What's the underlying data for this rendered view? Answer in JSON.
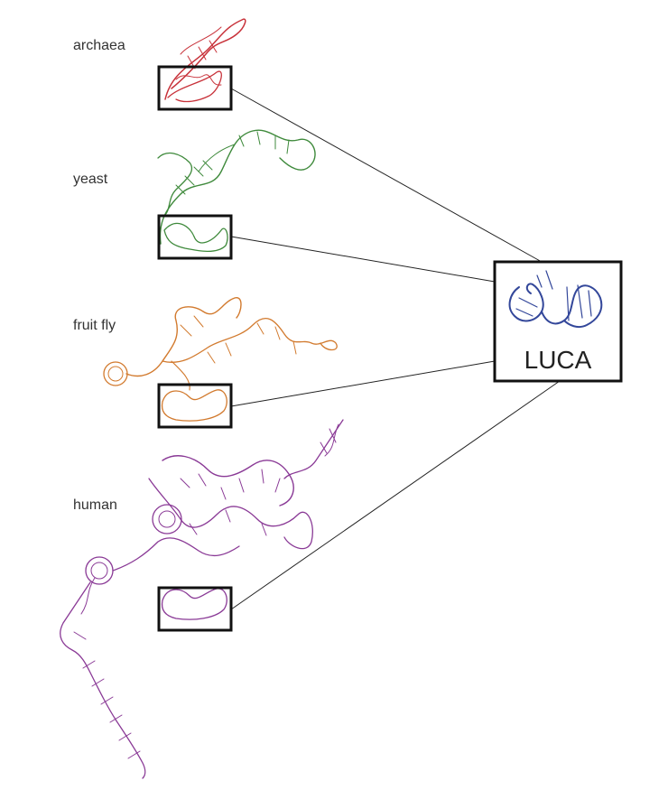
{
  "organisms": [
    {
      "id": "archaea",
      "label": "archaea",
      "color": "#c8323a"
    },
    {
      "id": "yeast",
      "label": "yeast",
      "color": "#3f8a3c"
    },
    {
      "id": "fruit_fly",
      "label": "fruit fly",
      "color": "#d27a2e"
    },
    {
      "id": "human",
      "label": "human",
      "color": "#8a3a96"
    }
  ],
  "ancestor": {
    "label": "LUCA",
    "color": "#33479a"
  }
}
